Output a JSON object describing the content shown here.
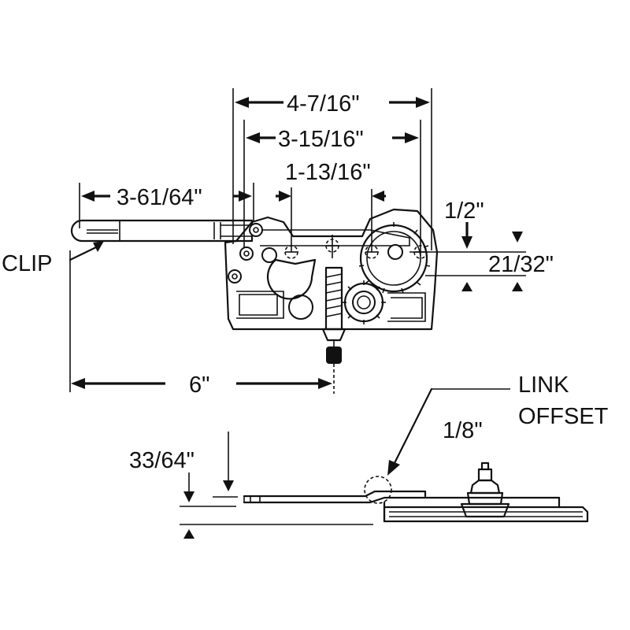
{
  "labels": {
    "overall_width": "4-7/16\"",
    "mount_width": "3-15/16\"",
    "hole_spacing": "1-13/16\"",
    "arm_length": "3-61/64\"",
    "half_inch": "1/2\"",
    "vertical_offset": "21/32\"",
    "clip": "CLIP",
    "six_inch": "6\"",
    "link": "LINK",
    "offset": "OFFSET",
    "eighth_inch": "1/8\"",
    "link_height": "33/64\""
  }
}
